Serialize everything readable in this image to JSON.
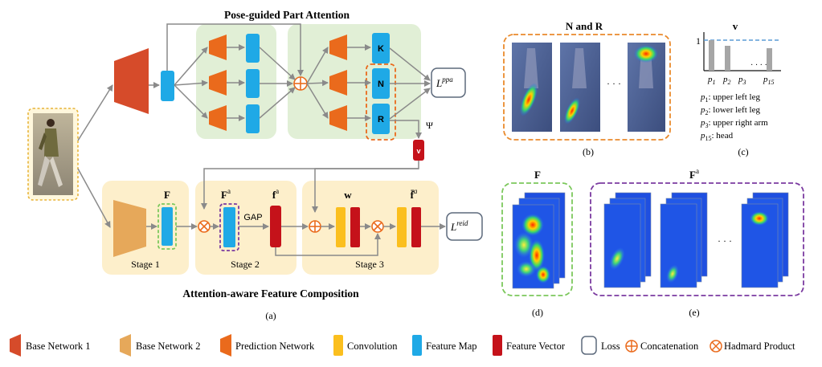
{
  "titles": {
    "pose_guided": "Pose-guided Part Attention",
    "attention_aware": "Attention-aware Feature Composition",
    "n_and_r": "N and R",
    "v_title": "v"
  },
  "stages": {
    "s1": "Stage 1",
    "s2": "Stage 2",
    "s3": "Stage 3"
  },
  "maps": {
    "K": "K",
    "N": "N",
    "R": "R"
  },
  "symbols": {
    "F": "F",
    "Fa": "F",
    "Fa_sup": "a",
    "fa": "f",
    "fa_sup": "a",
    "w": "w",
    "fbar": "f̄",
    "fbar_sup": "a",
    "v": "v",
    "psi": "Ψ",
    "gap": "GAP",
    "dots": "· · ·"
  },
  "losses": {
    "ppa_base": "L",
    "ppa_sup": "ppa",
    "reid_base": "L",
    "reid_sup": "reid"
  },
  "panel_labels": {
    "a": "(a)",
    "b": "(b)",
    "c": "(c)",
    "d": "(d)",
    "e": "(e)"
  },
  "panel_titles": {
    "d": "F",
    "e_base": "F",
    "e_sup": "a"
  },
  "v_chart": {
    "y_tick": "1",
    "x_labels": [
      {
        "base": "p",
        "sub": "1"
      },
      {
        "base": "p",
        "sub": "2"
      },
      {
        "base": "p",
        "sub": "3"
      },
      {
        "base": "p",
        "sub": "15"
      }
    ],
    "dots": "· · · ·"
  },
  "p_definitions": [
    {
      "sym": "p",
      "sub": "1",
      "text": ": upper left leg"
    },
    {
      "sym": "p",
      "sub": "2",
      "text": ": lower left leg"
    },
    {
      "sym": "p",
      "sub": "3",
      "text": ": upper right arm"
    },
    {
      "sym": "p",
      "sub": "15",
      "text": ": head"
    }
  ],
  "legend": [
    {
      "label": "Base Network 1",
      "color": "#d64b2a",
      "shape": "trapezoid"
    },
    {
      "label": "Base Network 2",
      "color": "#e6a85a",
      "shape": "trapezoid"
    },
    {
      "label": "Prediction Network",
      "color": "#ea6a1c",
      "shape": "trapezoid"
    },
    {
      "label": "Convolution",
      "color": "#fbbf1e",
      "shape": "rect"
    },
    {
      "label": "Feature Map",
      "color": "#1fa9e6",
      "shape": "rect"
    },
    {
      "label": "Feature Vector",
      "color": "#c5121a",
      "shape": "rect"
    },
    {
      "label": "Loss",
      "color": "#5d6a7c",
      "shape": "loss"
    },
    {
      "label": "Concatenation",
      "color": "#ea6a1c",
      "shape": "plus"
    },
    {
      "label": "Hadmard Product",
      "color": "#ea6a1c",
      "shape": "times"
    }
  ],
  "colors": {
    "green_panel": "#e1efd6",
    "yellow_panel": "#fdefcb",
    "feature_map": "#1fa9e6",
    "feature_vector": "#c5121a",
    "convolution": "#fbbf1e",
    "prediction": "#ea6a1c",
    "base1": "#d64b2a",
    "base2": "#e6a85a",
    "arrow": "#8a8a8a"
  }
}
